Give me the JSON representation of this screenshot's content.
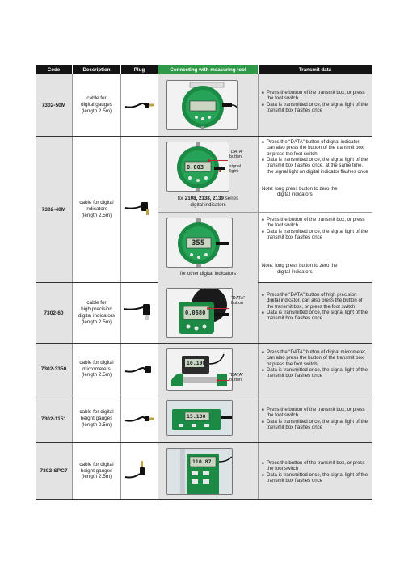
{
  "header": {
    "code": "Code",
    "description": "Description",
    "plug": "Plug",
    "connecting": "Connecting with measuring tool",
    "transmit": "Transmit data"
  },
  "rows": [
    {
      "code": "7302-50M",
      "description": "cable for\ndigital gauges\n(length 2.5m)",
      "transmit": [
        "Press the button of the transmit box, or press the foot switch",
        "Data is transmitted once, the signal light of the transmit box flashes once"
      ]
    },
    {
      "code": "7302-40M",
      "description": "cable for digital\nindicators\n(length 2.5m)",
      "sub": [
        {
          "caption_pre": "for ",
          "caption_bold": "2108, 2138, 2139",
          "caption_post": " series\ndigital indicators",
          "label_data_button": "“DATA”\nbutton",
          "label_signal_light": "signal\nlight",
          "display": "0.003",
          "transmit": [
            "Press the “DATA” button of digital indicator, can also press the button of the transmit box, or press the foot switch",
            "Data is transmitted once, the signal light of the transmit box flashes once, at the same time, the signal light on digital indicator flashes once"
          ],
          "note_1": "Note: long press button to zero the",
          "note_2": "digital indicators"
        },
        {
          "caption": "for other digital indicators",
          "display": "355",
          "transmit": [
            "Press the button of the transmit box, or press the foot switch",
            "Data is transmitted once, the signal light of the transmit box flashes once"
          ],
          "note_1": "Note: long press button to zero the",
          "note_2": "digital indicators"
        }
      ]
    },
    {
      "code": "7302-60",
      "description": "cable for\nhigh precision\ndigital indicators\n(length 2.5m)",
      "label_data_button": "“DATA”\nbutton",
      "display": "0.0680",
      "transmit": [
        "Press the “DATA” button of high precision digital indicator, can also press the button of the transmit box, or press the foot switch",
        "Data is transmitted once, the signal light of the transmit box flashes once"
      ]
    },
    {
      "code": "7302-3350",
      "description": "cable for digital\nmicrometers\n(length 2.5m)",
      "label_data_button": "“DATA”\nbutton",
      "display": "10.198",
      "transmit": [
        "Press the “DATA” button of digital micrometer, can also press the button of the transmit box, or press the foot switch",
        "Data is transmitted once, the signal light of the transmit box flashes once"
      ]
    },
    {
      "code": "7302-1151",
      "description": "cable for digital\nheight gauges\n(length 2.5m)",
      "display": "15.180",
      "transmit": [
        "Press the button of the transmit box, or press the foot switch",
        "Data is transmitted once, the signal light of the transmit box flashes once"
      ]
    },
    {
      "code": "7302-SPC7",
      "description": "cable for digital\nheight gauges\n(length 2.5m)",
      "display": "110.87",
      "transmit": [
        "Press the button of the transmit box, or press the foot switch",
        "Data is transmitted once, the signal light of the transmit box flashes once"
      ]
    }
  ]
}
